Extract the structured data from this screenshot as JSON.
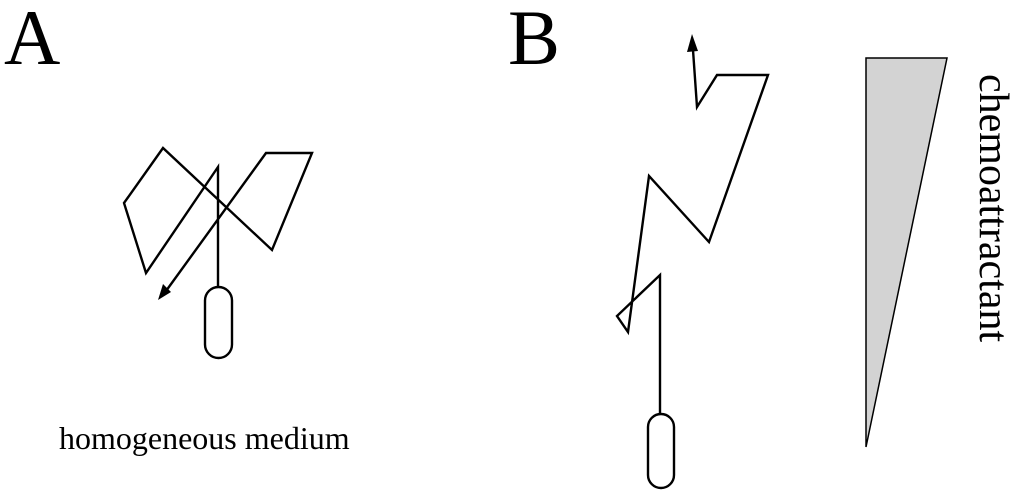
{
  "panel_a": {
    "label": "A",
    "caption": "homogeneous medium"
  },
  "panel_b": {
    "label": "B",
    "gradient_label": "chemoattractant"
  },
  "colors": {
    "line": "#000000",
    "gradient_fill": "#d3d3d3",
    "background": "#ffffff"
  }
}
